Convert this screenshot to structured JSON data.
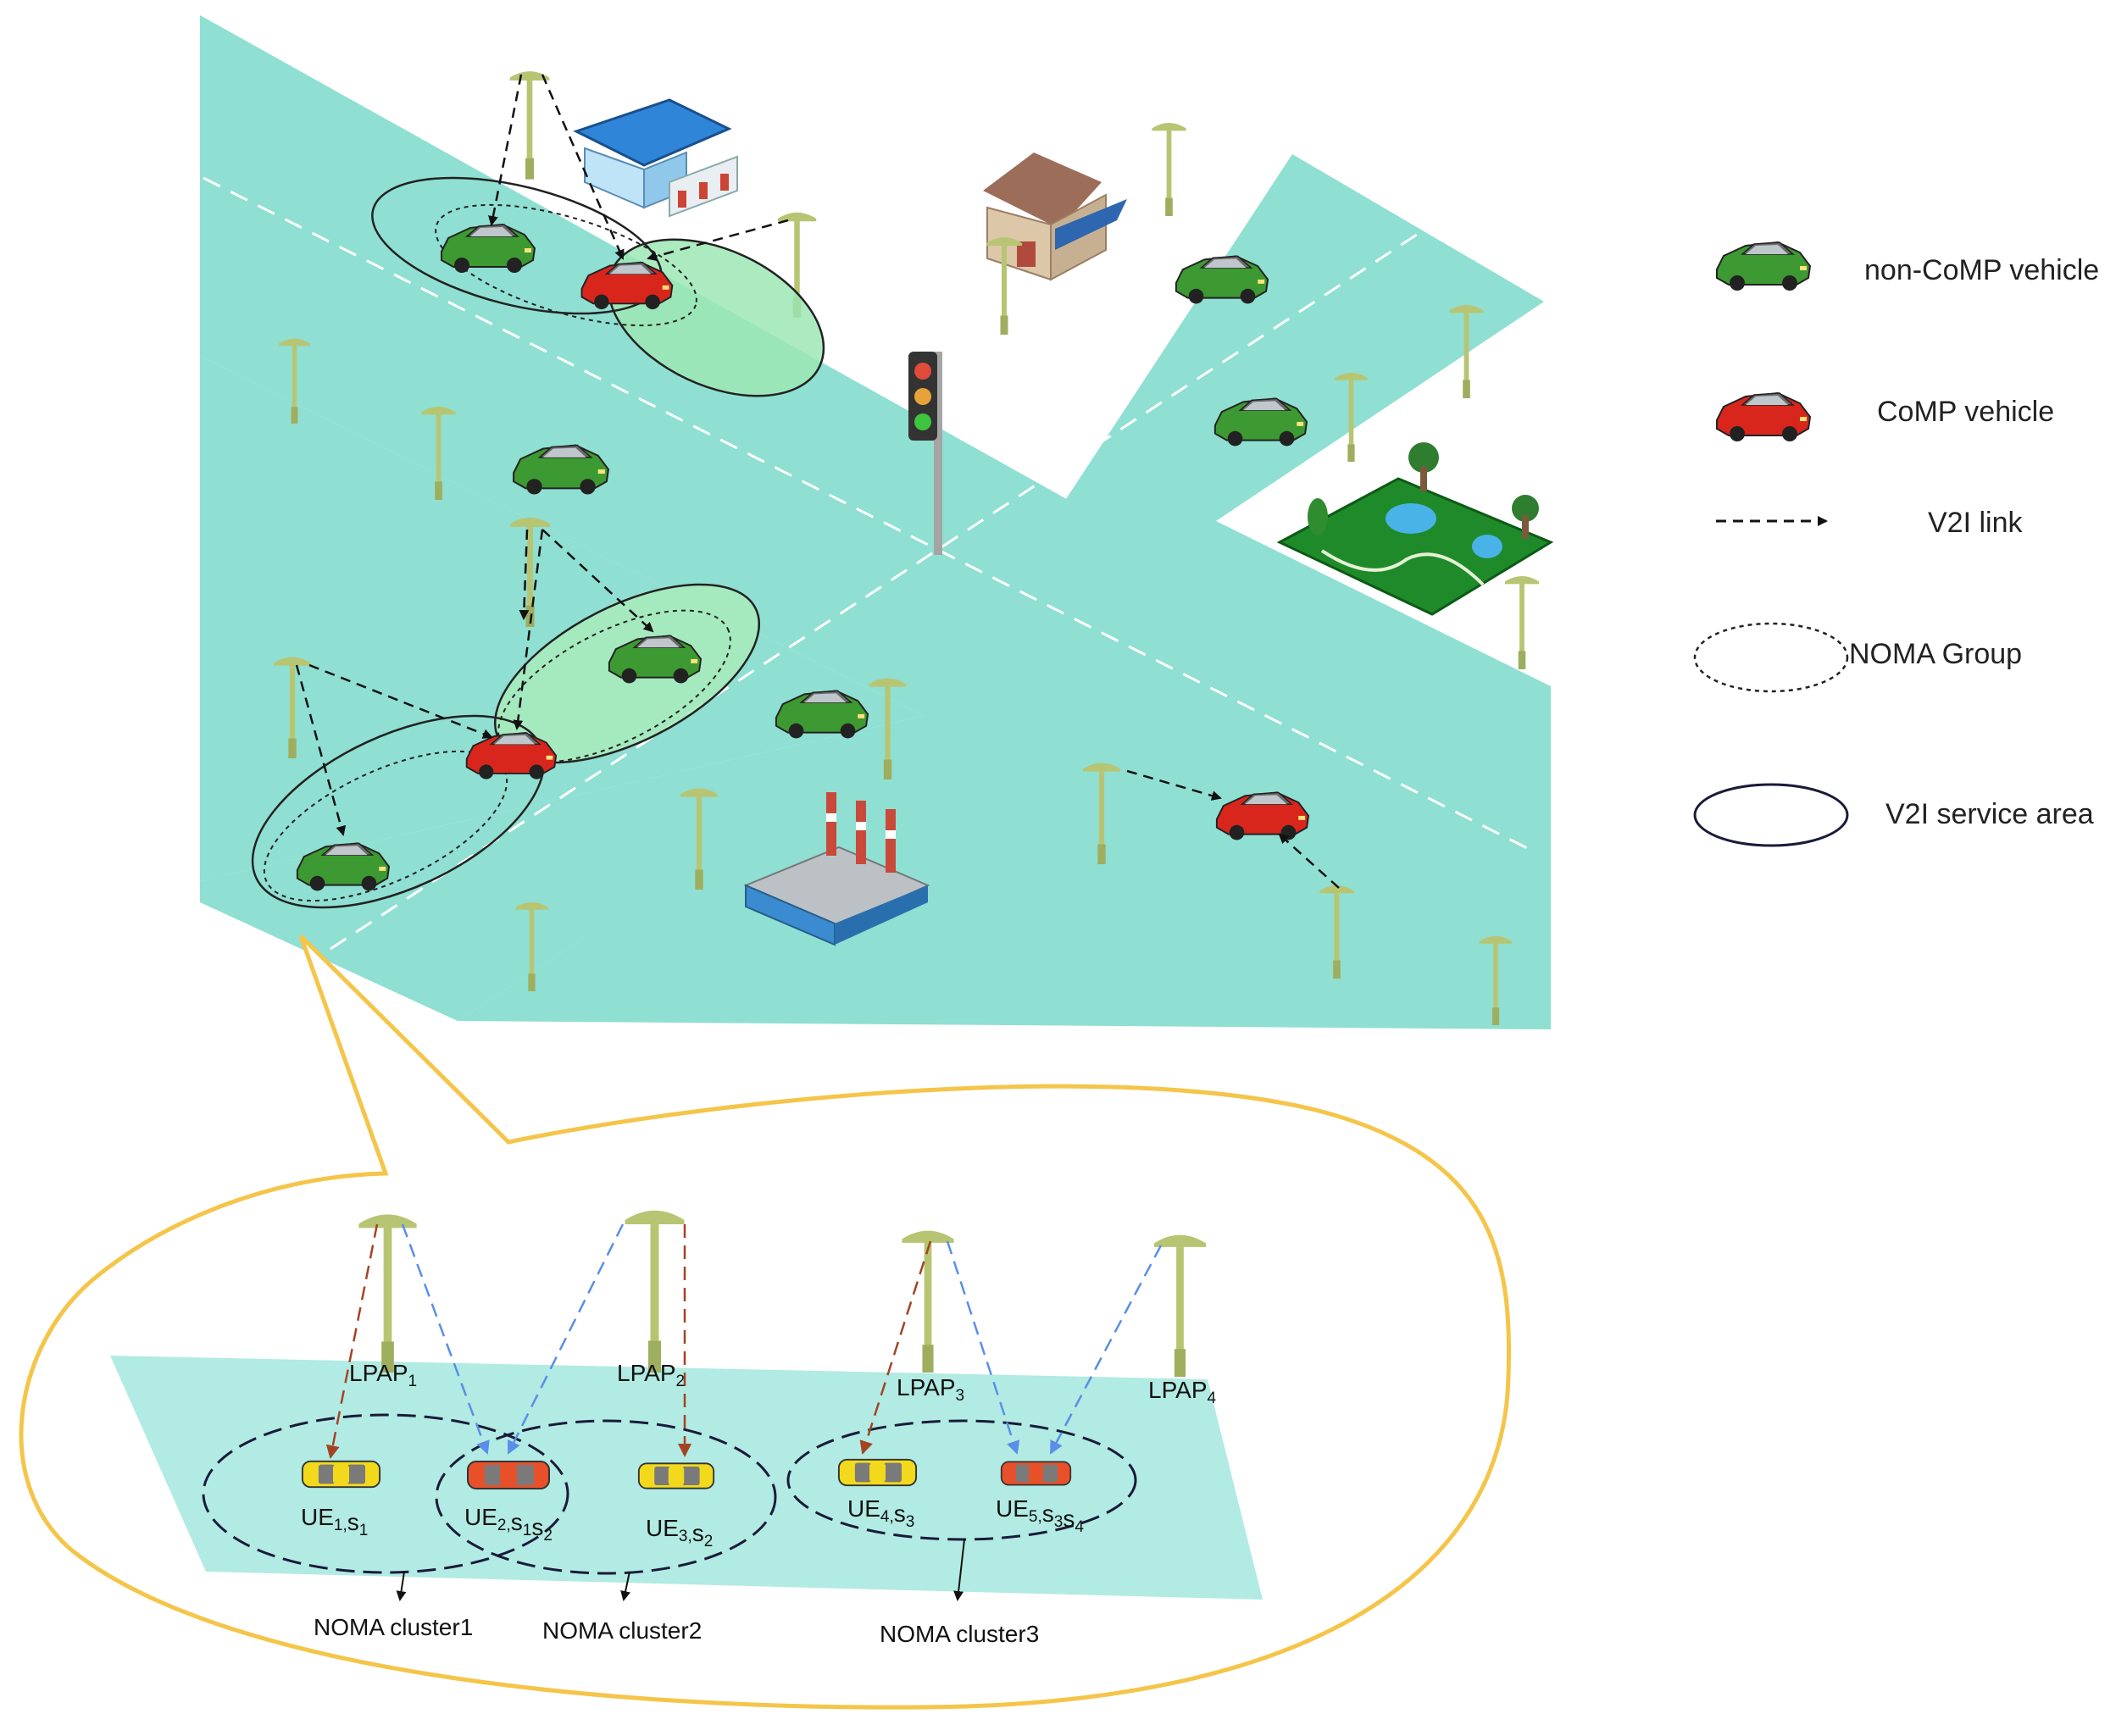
{
  "legend": {
    "non_comp_vehicle": "non-CoMP vehicle",
    "comp_vehicle": "CoMP vehicle",
    "v2i_link": "V2I link",
    "noma_group": "NOMA Group",
    "v2i_service_area": "V2I service area"
  },
  "zoom": {
    "lpaps": [
      {
        "base": "LPAP",
        "sub": "1"
      },
      {
        "base": "LPAP",
        "sub": "2"
      },
      {
        "base": "LPAP",
        "sub": "3"
      },
      {
        "base": "LPAP",
        "sub": "4"
      }
    ],
    "ues": [
      {
        "parts": [
          [
            "UE",
            ""
          ],
          [
            "1,",
            "sub"
          ],
          [
            "s",
            ""
          ],
          [
            "1",
            "sub"
          ]
        ]
      },
      {
        "parts": [
          [
            "UE",
            ""
          ],
          [
            "2,",
            "sub"
          ],
          [
            "s",
            ""
          ],
          [
            "1",
            "sub"
          ],
          [
            "s",
            ""
          ],
          [
            "2",
            "sub"
          ]
        ]
      },
      {
        "parts": [
          [
            "UE",
            ""
          ],
          [
            "3,",
            "sub"
          ],
          [
            "s",
            ""
          ],
          [
            "2",
            "sub"
          ]
        ]
      },
      {
        "parts": [
          [
            "UE",
            ""
          ],
          [
            "4,",
            "sub"
          ],
          [
            "s",
            ""
          ],
          [
            "3",
            "sub"
          ]
        ]
      },
      {
        "parts": [
          [
            "UE",
            ""
          ],
          [
            "5,",
            "sub"
          ],
          [
            "s",
            ""
          ],
          [
            "3",
            "sub"
          ],
          [
            "s",
            ""
          ],
          [
            "4",
            "sub"
          ]
        ]
      }
    ],
    "clusters": [
      "NOMA cluster1",
      "NOMA cluster2",
      "NOMA cluster3"
    ]
  },
  "colors": {
    "road": "#8fdfd2",
    "road_zoom": "#b1ebe3",
    "comp_green": "#9ee7b4",
    "pole": "#b7c572",
    "green_car": "#3d9a32",
    "red_car": "#d9261c",
    "yellow_car": "#f3d91c",
    "orange_car": "#e8502a",
    "callout": "#f5c54a",
    "brown_link": "#a34424",
    "blue_link": "#5b8ee6"
  }
}
